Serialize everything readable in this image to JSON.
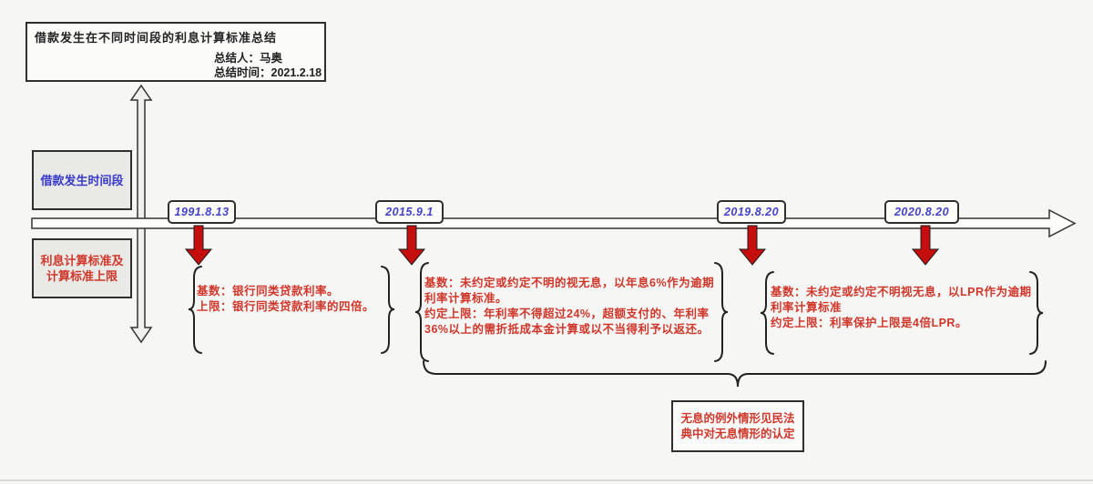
{
  "colors": {
    "accent_red": "#cf372b",
    "accent_blue": "#4343cb",
    "arrow_red": "#c50f0f",
    "line_dark": "#2f2f2f",
    "background": "#f6f6f4"
  },
  "title_box": {
    "title": "借款发生在不同时间段的利息计算标准总结",
    "author": "总结人：马奥",
    "date": "总结时间：2021.2.18"
  },
  "left_labels": {
    "period": "借款发生时间段",
    "standard_line1": "利息计算标准及",
    "standard_line2": "计算标准上限"
  },
  "timeline": {
    "dates": [
      "1991.8.13",
      "2015.9.1",
      "2019.8.20",
      "2020.8.20"
    ]
  },
  "rules": [
    {
      "lines": [
        "基数：银行同类贷款利率。",
        "上限：银行同类贷款利率的四倍。"
      ]
    },
    {
      "lines": [
        "基数：未约定或约定不明的视无息，以年息6%作为逾期",
        "利率计算标准。",
        "约定上限：年利率不得超过24%，超额支付的、年利率",
        "36%以上的需折抵成本金计算或以不当得利予以返还。"
      ]
    },
    {
      "lines": [
        "基数：未约定或约定不明视无息，以LPR作为逾期",
        "利率计算标准",
        "约定上限：利率保护上限是4倍LPR。"
      ]
    }
  ],
  "note_box": {
    "line1": "无息的例外情形见民法",
    "line2": "典中对无息情形的认定"
  }
}
